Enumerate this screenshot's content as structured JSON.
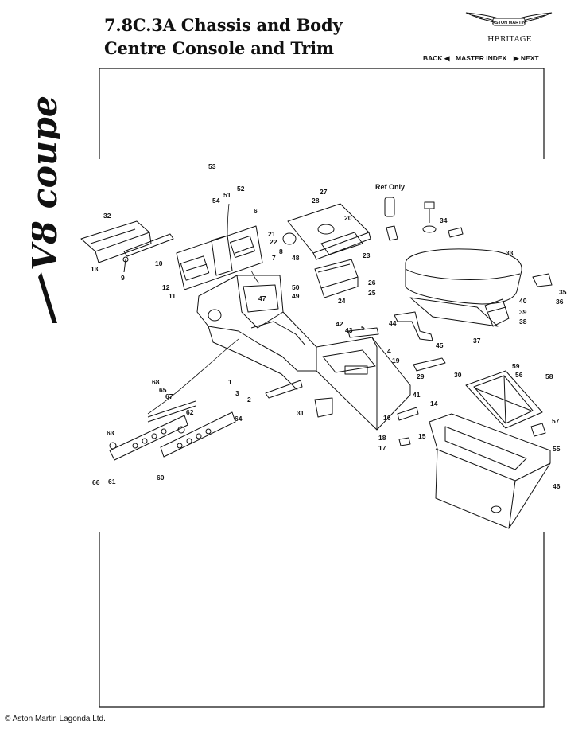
{
  "header": {
    "title_line1": "7.8C.3A Chassis and Body",
    "title_line2": "Centre Console and Trim",
    "brand_wordmark": "ASTON MARTIN",
    "brand_sub": "HERITAGE",
    "nav": {
      "back": "BACK ◀",
      "master_index": "MASTER INDEX",
      "next": "▶ NEXT"
    }
  },
  "sidebar": {
    "model_logo_text": "V8 coupe"
  },
  "diagram": {
    "ref_only": "Ref Only",
    "callouts": [
      "1",
      "2",
      "3",
      "4",
      "5",
      "6",
      "7",
      "8",
      "9",
      "10",
      "11",
      "12",
      "13",
      "14",
      "15",
      "16",
      "17",
      "18",
      "19",
      "20",
      "21",
      "22",
      "23",
      "24",
      "25",
      "26",
      "27",
      "28",
      "29",
      "30",
      "31",
      "32",
      "33",
      "34",
      "35",
      "36",
      "37",
      "38",
      "39",
      "40",
      "41",
      "42",
      "43",
      "44",
      "45",
      "46",
      "47",
      "48",
      "49",
      "50",
      "51",
      "52",
      "53",
      "54",
      "55",
      "56",
      "57",
      "58",
      "59",
      "60",
      "61",
      "62",
      "63",
      "64",
      "65",
      "66",
      "67",
      "68"
    ]
  },
  "footer": {
    "copyright": "© Aston Martin Lagonda Ltd."
  },
  "colors": {
    "ink": "#111111",
    "paper": "#ffffff"
  }
}
